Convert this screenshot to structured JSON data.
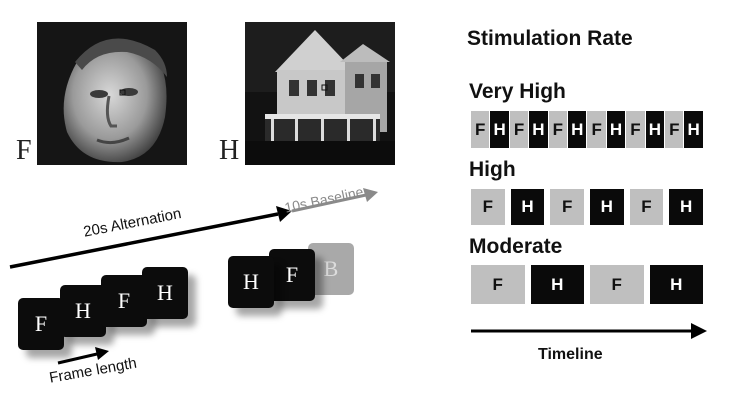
{
  "stimuli": {
    "face": {
      "letter": "F",
      "image": "face-photo"
    },
    "house": {
      "letter": "H",
      "image": "house-photo"
    }
  },
  "rates": {
    "title": "Stimulation Rate",
    "rows": [
      {
        "label": "Very High",
        "sequence": [
          "F",
          "H",
          "F",
          "H",
          "F",
          "H",
          "F",
          "H",
          "F",
          "H",
          "F",
          "H"
        ]
      },
      {
        "label": "High",
        "sequence": [
          "F",
          "H",
          "F",
          "H",
          "F",
          "H"
        ]
      },
      {
        "label": "Moderate",
        "sequence": [
          "F",
          "H",
          "F",
          "H"
        ]
      }
    ],
    "timeline_label": "Timeline"
  },
  "block": {
    "alternation_label": "20s Alternation",
    "baseline_label": "10s Baseline",
    "alternation_frames": [
      "F",
      "H",
      "F",
      "H"
    ],
    "baseline_frames": [
      "H",
      "F",
      "B"
    ],
    "frame_length_label": "Frame length"
  },
  "colors": {
    "face_cell": "#bfbfbf",
    "house_cell": "#0a0a0a",
    "baseline_arrow": "#888888",
    "baseline_frame": "#a9a9a9"
  }
}
